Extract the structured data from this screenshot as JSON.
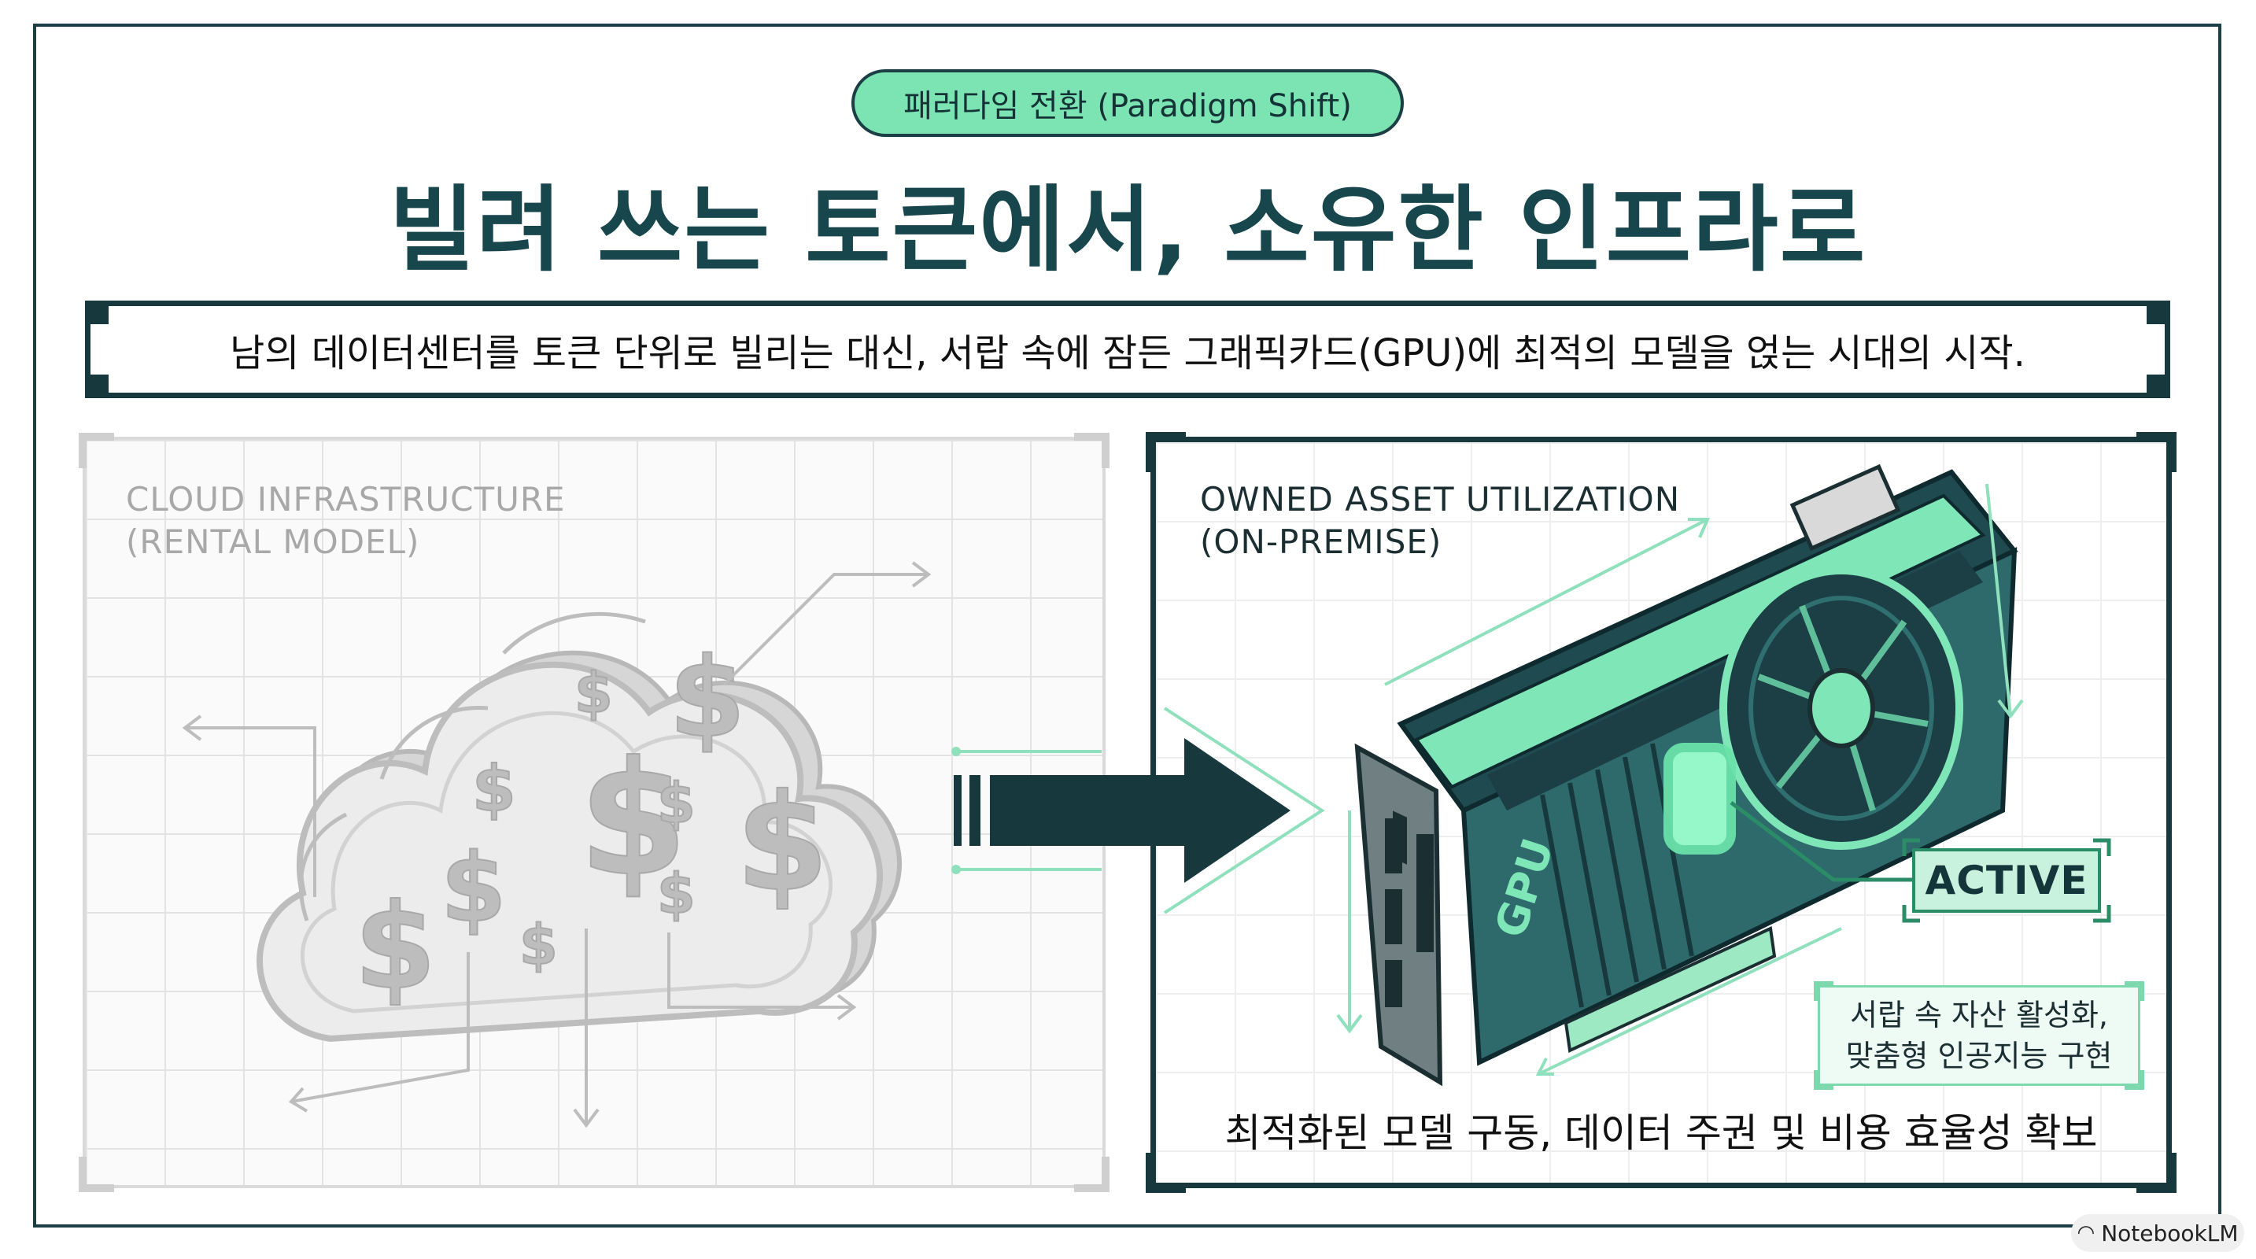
{
  "badge": "패러다임 전환 (Paradigm Shift)",
  "title": "빌려 쓰는 토큰에서, 소유한 인프라로",
  "subtitle": "남의 데이터센터를 토큰 단위로 빌리는 대신, 서랍 속에 잠든 그래픽카드(GPU)에 최적의 모델을 얹는 시대의 시작.",
  "left_panel": {
    "label_line1": "CLOUD INFRASTRUCTURE",
    "label_line2": "(RENTAL MODEL)",
    "icon": "cloud-dollar-icon"
  },
  "right_panel": {
    "label_line1": "OWNED ASSET UTILIZATION",
    "label_line2": "(ON-PREMISE)",
    "gpu_text": "GPU",
    "status": "ACTIVE",
    "caption_line1": "서랍 속 자산 활성화,",
    "caption_line2": "맞춤형 인공지능 구현",
    "bottom_caption": "최적화된 모델 구동, 데이터 주권 및 비용 효율성 확보",
    "icon": "gpu-card-icon"
  },
  "transition_icon": "right-arrow-icon",
  "brand": "NotebookLM",
  "colors": {
    "dark": "#17474c",
    "mint": "#7ce3b2",
    "green": "#2b8c68"
  }
}
